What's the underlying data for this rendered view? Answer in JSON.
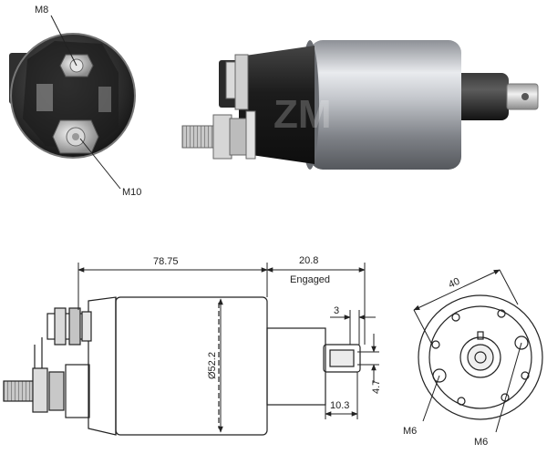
{
  "photo_labels": {
    "m8": "M8",
    "m10": "M10"
  },
  "dimensions": {
    "length": "78.75",
    "stroke": "20.8",
    "stroke_note": "Engaged",
    "diameter": "Ø52.2",
    "plunger_tip": "3",
    "plunger_offset": "10.3",
    "plunger_hole": "4.7",
    "mount_spacing": "40"
  },
  "hole_labels": {
    "left": "M6",
    "right": "M6"
  },
  "colors": {
    "line": "#222222",
    "body_metal": "#b9bcc0",
    "dark_cap": "#2b2b2b",
    "brass": "#c9a86a"
  }
}
